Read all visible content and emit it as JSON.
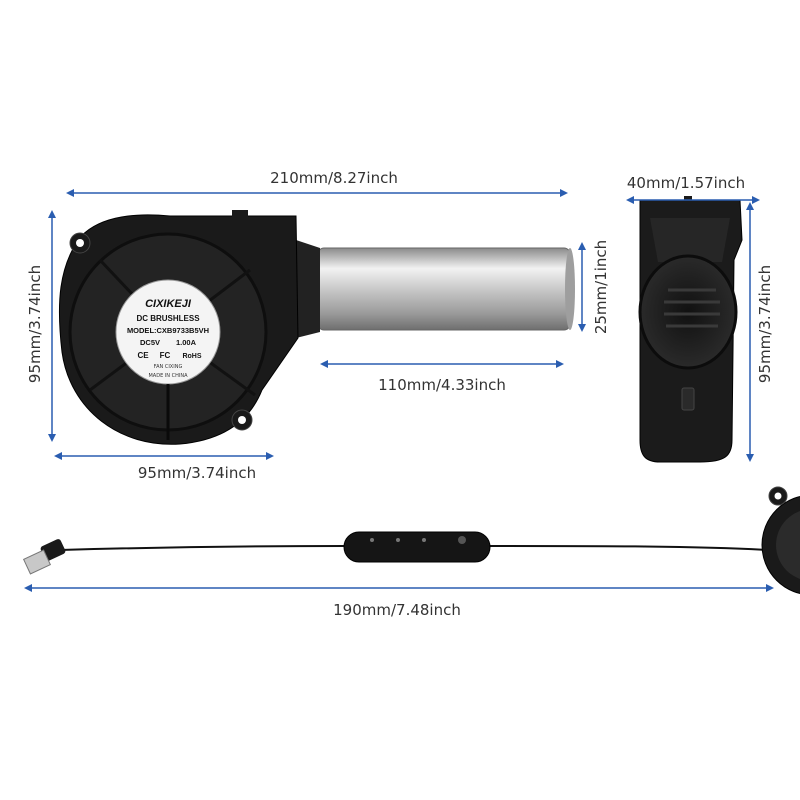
{
  "dimensions": {
    "total_length": "210mm/8.27inch",
    "fan_height_left": "95mm/3.74inch",
    "fan_width": "95mm/3.74inch",
    "tube_length": "110mm/4.33inch",
    "tube_diameter": "25mm/1inch",
    "side_depth": "40mm/1.57inch",
    "side_height": "95mm/3.74inch",
    "cable_length": "190mm/7.48inch"
  },
  "label": {
    "brand": "CIXIKEJI",
    "type": "DC BRUSHLESS",
    "model": "MODEL:CXB9733B5VH",
    "rating_voltage": "DC5V",
    "rating_current": "1.00A",
    "cert_ce": "CE",
    "cert_fc": "FC",
    "cert_rohs": "RoHS",
    "maker": "FAN CIXING",
    "origin": "MADE IN CHINA"
  },
  "colors": {
    "arrow": "#2a5db0",
    "body": "#1a1a1a",
    "tube": "#b8b8b8"
  },
  "icons": {
    "usb": "usb-plug-icon",
    "controller": "speed-controller-icon"
  }
}
